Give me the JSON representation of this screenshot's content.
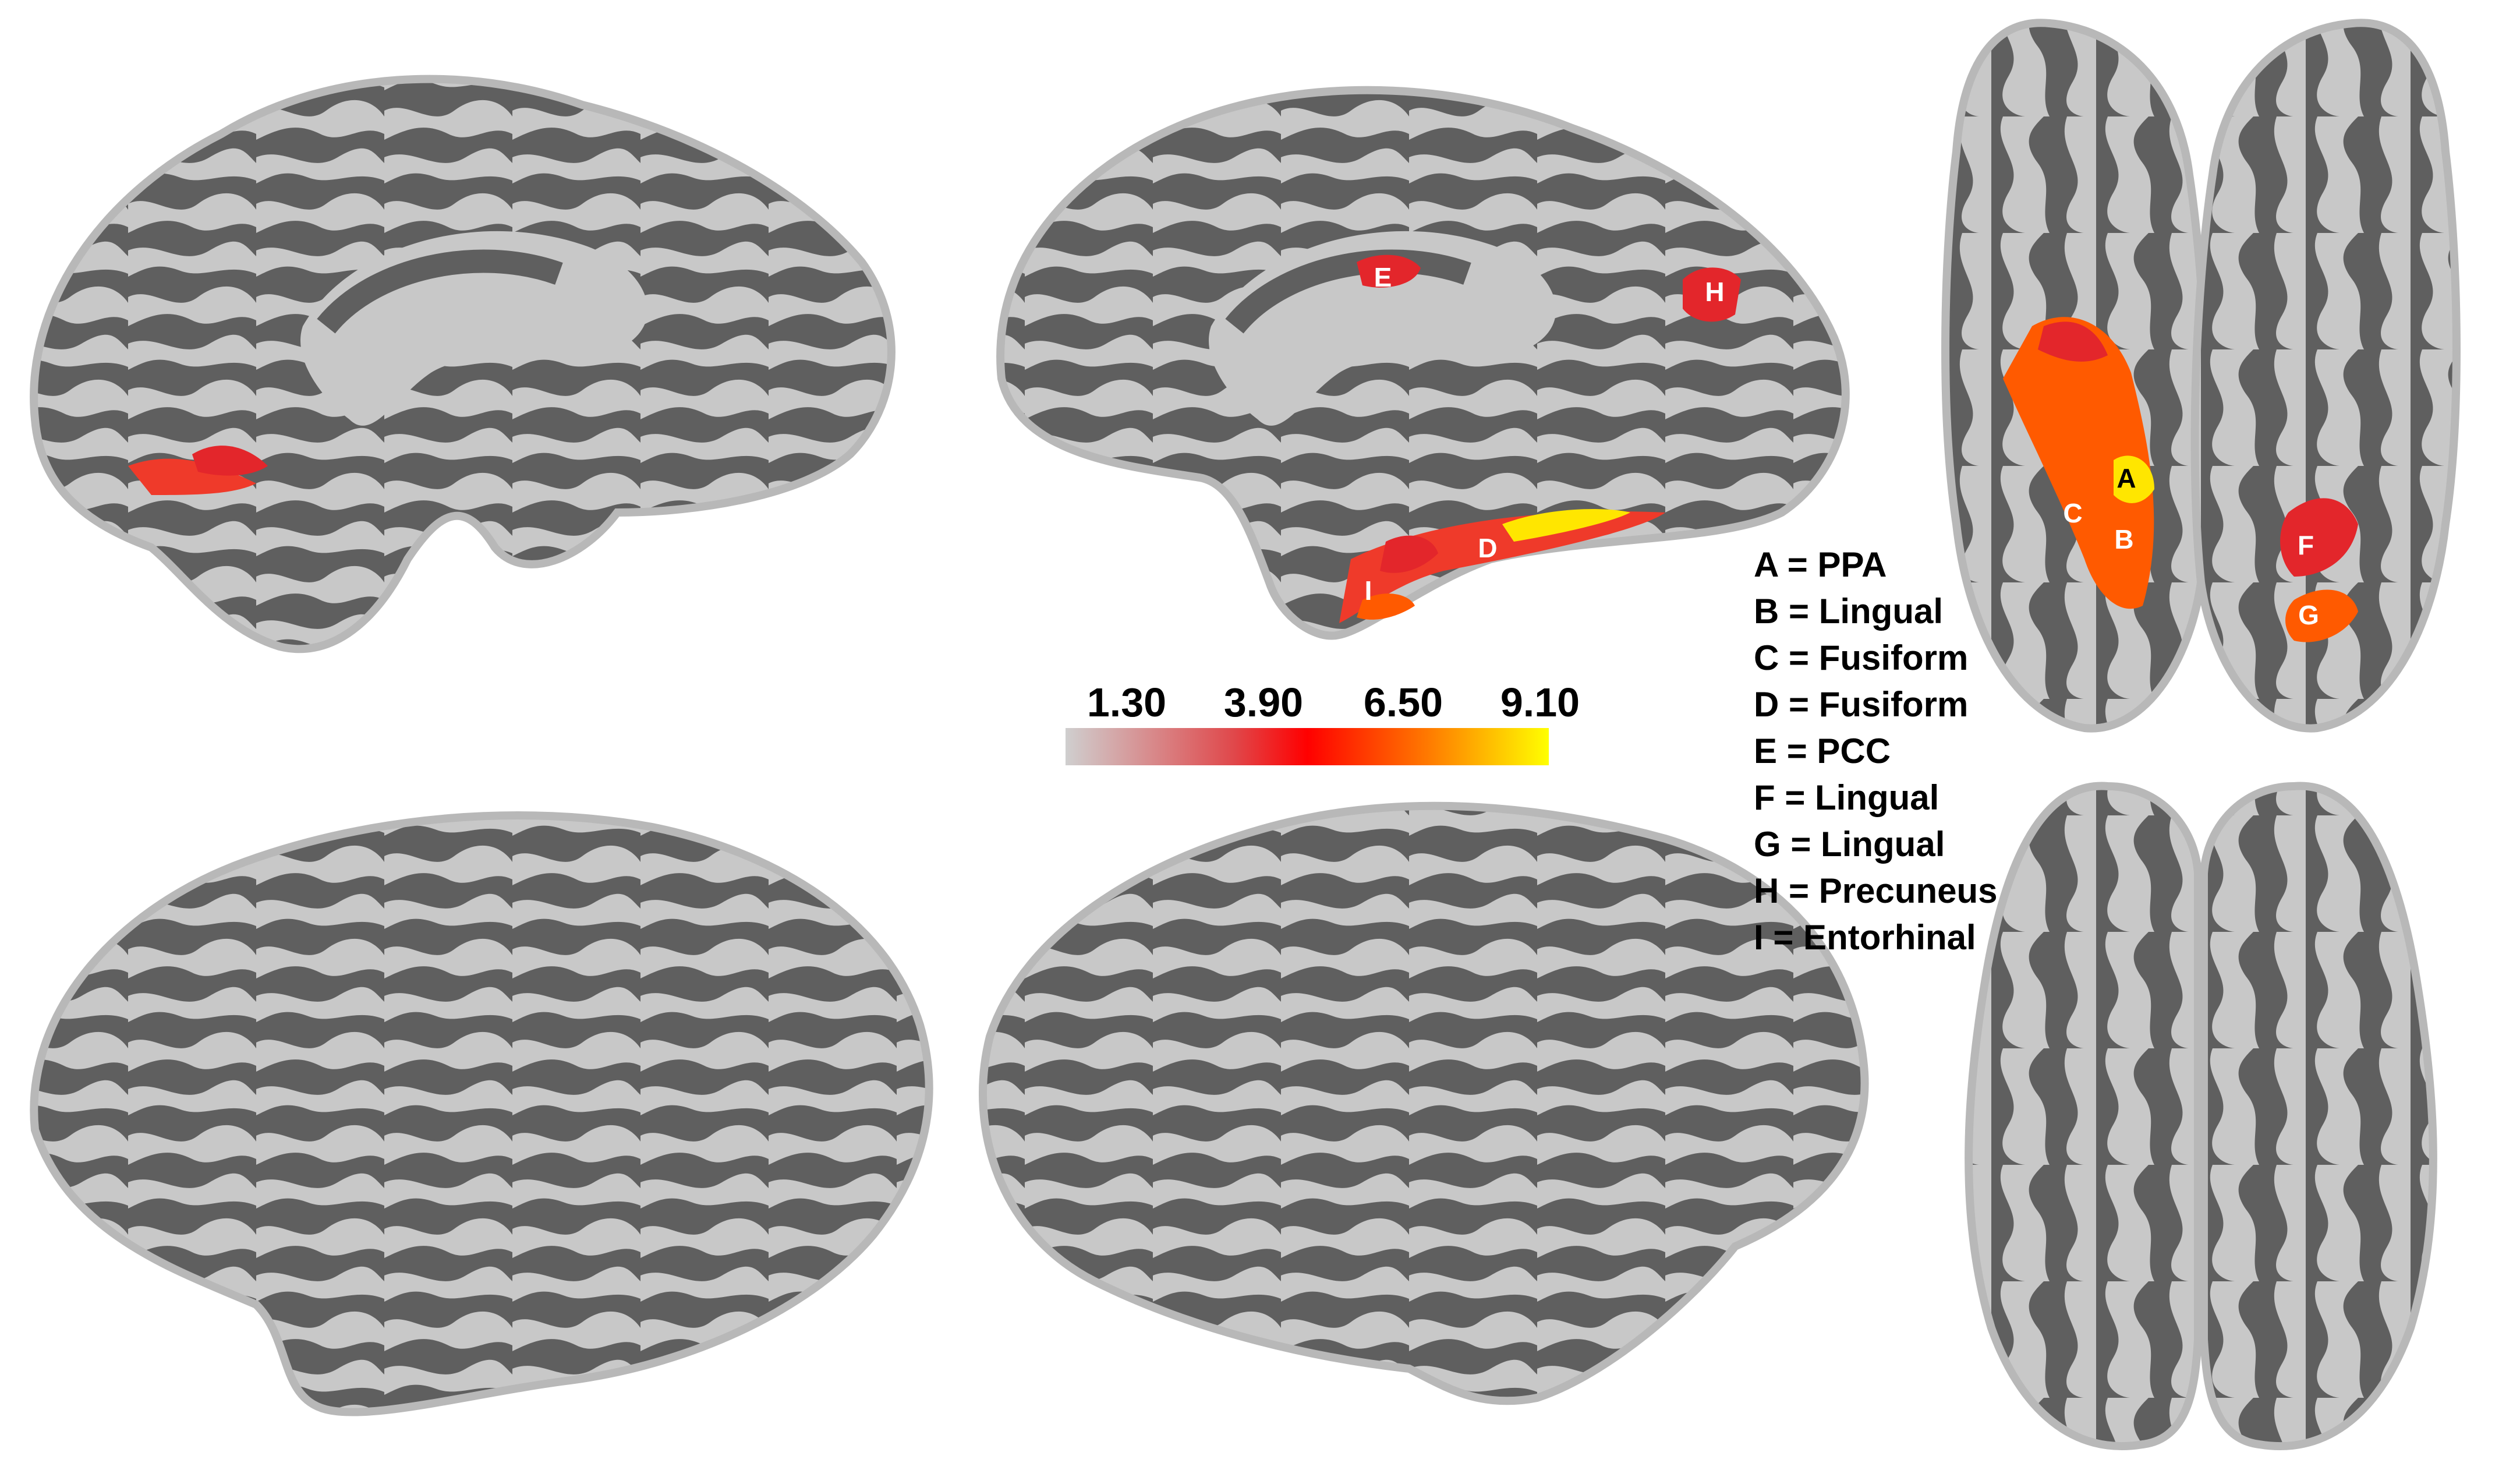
{
  "colorbar": {
    "ticks": [
      "1.30",
      "3.90",
      "6.50",
      "9.10"
    ],
    "colors": [
      "#c9c9c9",
      "#e8262a",
      "#ff0000",
      "#ff8a00",
      "#ffff00"
    ]
  },
  "legend": [
    "A = PPA",
    "B = Lingual",
    "C = Fusiform",
    "D = Fusiform",
    "E = PCC",
    "F = Lingual",
    "G = Lingual",
    "H = Precuneus",
    "I = Entorhinal"
  ],
  "regions": {
    "E": "E",
    "H": "H",
    "D": "D",
    "I": "I",
    "A": "A",
    "B": "B",
    "C": "C",
    "F": "F",
    "G": "G"
  },
  "colors": {
    "gyrus": "#c8c8c8",
    "sulcus": "#5f5f5f",
    "red": "#e3262b",
    "orange": "#ff5a00",
    "yellow": "#ffe600"
  }
}
